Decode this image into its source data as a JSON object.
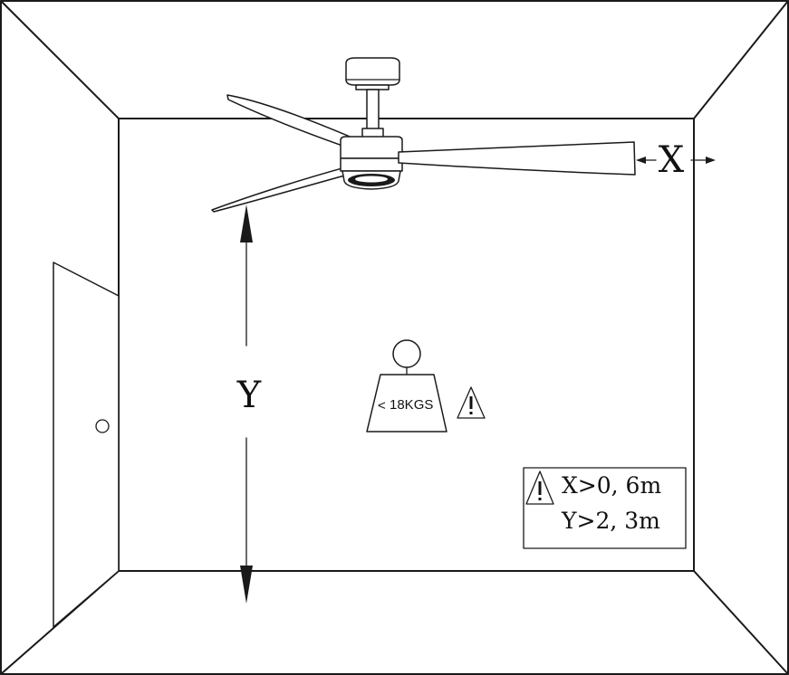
{
  "dimensions": {
    "x_label": "X",
    "y_label": "Y"
  },
  "weight": {
    "label": "18KGS",
    "symbol": "<"
  },
  "warning_note": {
    "line1": "X>0, 6m",
    "line2": "Y>2, 3m"
  },
  "colors": {
    "line": "#1a1a1a",
    "background": "#ffffff"
  }
}
